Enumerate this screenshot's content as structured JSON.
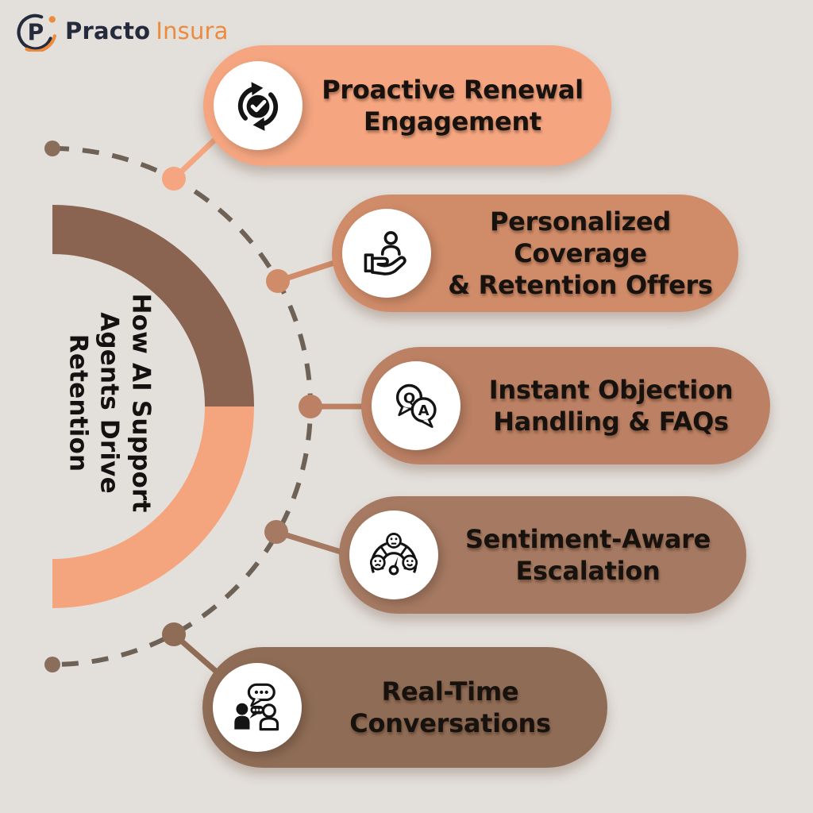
{
  "background": "#E3DFDB",
  "logo": {
    "monogram": "P",
    "brand_primary": "Practo",
    "brand_secondary": "Insura",
    "primary_color": "#232B3C",
    "secondary_color": "#EC8A3E"
  },
  "title": {
    "lines": [
      "How AI Support",
      "Agents Drive",
      "Retention"
    ],
    "color": "#141210"
  },
  "items": [
    {
      "label": "Proactive Renewal Engagement",
      "lines": [
        "Proactive Renewal",
        "Engagement"
      ],
      "color": "#F5A680",
      "icon": "renewal-cycle-check-icon"
    },
    {
      "label": "Personalized Coverage & Retention Offers",
      "lines": [
        "Personalized Coverage",
        "& Retention Offers"
      ],
      "color": "#D08C69",
      "icon": "hand-holding-person-icon"
    },
    {
      "label": "Instant Objection Handling & FAQs",
      "lines": [
        "Instant Objection",
        "Handling & FAQs"
      ],
      "color": "#BC8164",
      "icon": "question-answer-bubbles-icon"
    },
    {
      "label": "Sentiment-Aware Escalation",
      "lines": [
        "Sentiment-Aware",
        "Escalation"
      ],
      "color": "#A67A62",
      "icon": "sentiment-gauge-icon"
    },
    {
      "label": "Real-Time Conversations",
      "lines": [
        "Real-Time",
        "Conversations"
      ],
      "color": "#8F6C55",
      "icon": "conversation-people-icon"
    }
  ],
  "qa_icon": {
    "question_letter": "Q",
    "answer_letter": "A"
  },
  "decorations": {
    "arc_top_color": "#8A6450",
    "arc_bottom_color": "#F5A57E",
    "dashed_circle_color": "#6E6156",
    "end_dot_color": "#8A6E5C"
  }
}
